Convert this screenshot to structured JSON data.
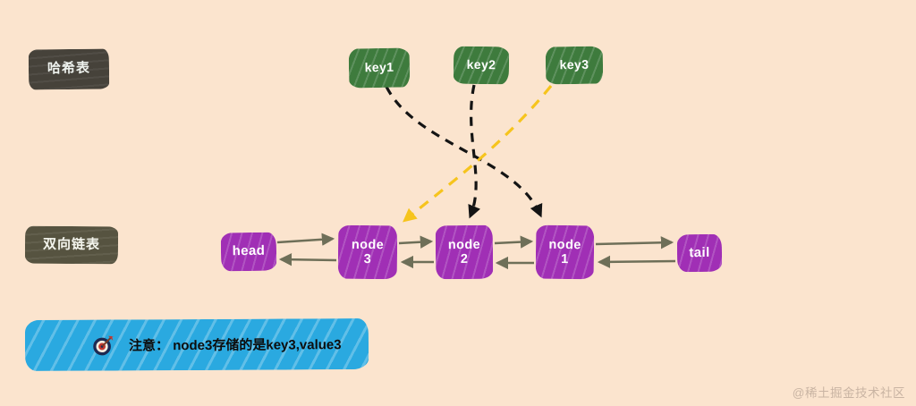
{
  "page": {
    "background": "#fbe4ce",
    "watermark": "@稀土掘金技术社区"
  },
  "hash_table": {
    "label": "哈希表",
    "keys": [
      {
        "id": "key1",
        "label": "key1"
      },
      {
        "id": "key2",
        "label": "key2"
      },
      {
        "id": "key3",
        "label": "key3"
      }
    ]
  },
  "linked_list": {
    "label": "双向链表",
    "nodes": [
      {
        "id": "head",
        "label": "head",
        "sublabel": ""
      },
      {
        "id": "node3",
        "label": "node",
        "sublabel": "3"
      },
      {
        "id": "node2",
        "label": "node",
        "sublabel": "2"
      },
      {
        "id": "node1",
        "label": "node",
        "sublabel": "1"
      },
      {
        "id": "tail",
        "label": "tail",
        "sublabel": ""
      }
    ],
    "links": "bidirectional arrows between head, node3, node2, node1, tail"
  },
  "mappings": [
    {
      "from": "key1",
      "to": "node1",
      "style": "black-dashed-arrow"
    },
    {
      "from": "key2",
      "to": "node2",
      "style": "black-dashed-arrow"
    },
    {
      "from": "key3",
      "to": "node3",
      "style": "yellow-dashed-arrow"
    }
  ],
  "note": {
    "icon": "dart-target-icon",
    "text": "注意：  node3存储的是key3,value3"
  },
  "colors": {
    "key_green": "#3e7b3d",
    "node_purple": "#a02fb5",
    "banner_blue": "#2aa9e0",
    "arrow_olive": "#6e6f58",
    "dash_black": "#141414",
    "dash_yellow": "#f6c41d",
    "label_dark": "#46423a",
    "label_olive": "#565340"
  }
}
